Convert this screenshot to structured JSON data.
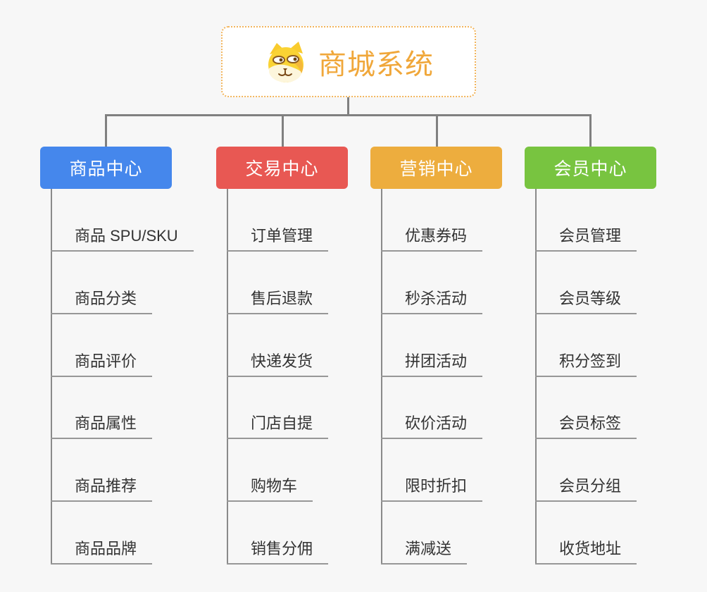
{
  "root": {
    "title": "商城系统",
    "icon": "dog-face-icon",
    "title_color": "#F0A73A",
    "border_color": "#F2B55C"
  },
  "connector_color": "#808080",
  "branches": [
    {
      "label": "商品中心",
      "color": "#4587EC",
      "items": [
        "商品 SPU/SKU",
        "商品分类",
        "商品评价",
        "商品属性",
        "商品推荐",
        "商品品牌"
      ]
    },
    {
      "label": "交易中心",
      "color": "#E85853",
      "items": [
        "订单管理",
        "售后退款",
        "快递发货",
        "门店自提",
        "购物车",
        "销售分佣"
      ]
    },
    {
      "label": "营销中心",
      "color": "#EDAD3E",
      "items": [
        "优惠券码",
        "秒杀活动",
        "拼团活动",
        "砍价活动",
        "限时折扣",
        "满减送"
      ]
    },
    {
      "label": "会员中心",
      "color": "#78C440",
      "items": [
        "会员管理",
        "会员等级",
        "积分签到",
        "会员标签",
        "会员分组",
        "收货地址"
      ]
    }
  ]
}
